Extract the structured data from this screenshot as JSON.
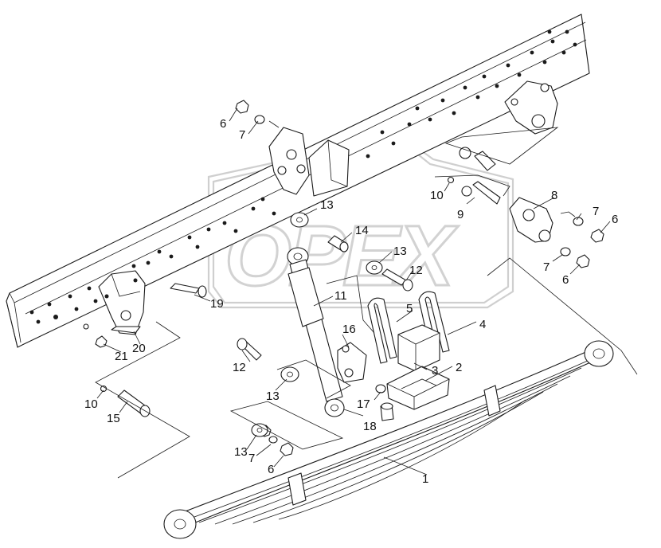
{
  "diagram": {
    "title": "",
    "watermark": "OPEX",
    "callouts": [
      {
        "label": "1",
        "part": "leaf-spring"
      },
      {
        "label": "2",
        "part": "spring-seat"
      },
      {
        "label": "3",
        "part": "spring-pad"
      },
      {
        "label": "4",
        "part": "u-bolt"
      },
      {
        "label": "5",
        "part": "u-bolt"
      },
      {
        "label": "6",
        "part": "nut"
      },
      {
        "label": "7",
        "part": "washer"
      },
      {
        "label": "8",
        "part": "shackle"
      },
      {
        "label": "9",
        "part": "shackle-pin"
      },
      {
        "label": "10",
        "part": "grease-nipple"
      },
      {
        "label": "11",
        "part": "shock-absorber"
      },
      {
        "label": "12",
        "part": "bolt"
      },
      {
        "label": "13",
        "part": "washer"
      },
      {
        "label": "14",
        "part": "bushing"
      },
      {
        "label": "15",
        "part": "spring-pin"
      },
      {
        "label": "16",
        "part": "lower-bracket"
      },
      {
        "label": "17",
        "part": "bump-stop"
      },
      {
        "label": "18",
        "part": "bushing"
      },
      {
        "label": "19",
        "part": "bolt"
      },
      {
        "label": "20",
        "part": "bolt"
      },
      {
        "label": "21",
        "part": "nut"
      }
    ],
    "colors": {
      "line": "#1a1a1a",
      "watermark": "#d2d2d2",
      "background": "#ffffff"
    }
  }
}
